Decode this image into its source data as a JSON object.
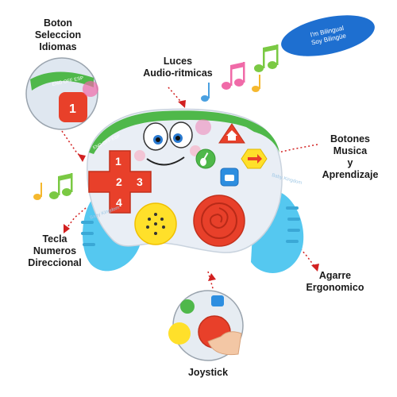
{
  "labels": {
    "boton_seleccion": "Boton\nSeleccion\nIdiomas",
    "luces": "Luces\nAudio-ritmicas",
    "botones_musica": "Botones\nMusica\ny\nAprendizaje",
    "tecla_numeros": "Tecla\nNumeros\nDireccional",
    "agarre": "Agarre\nErgonomico",
    "joystick": "Joystick"
  },
  "bubble": {
    "line1": "I'm Bilingual",
    "line2": "Soy Bilingüe"
  },
  "toy": {
    "dpad_numbers": [
      "1",
      "2",
      "3",
      "4"
    ],
    "switch_text": "ENG OFF ESP",
    "brand": "Baby Kingdom",
    "zoom_number": "1"
  },
  "colors": {
    "body": "#e9eef5",
    "grip": "#55c8f0",
    "red": "#e8402a",
    "yellow": "#ffe02a",
    "green": "#4fb84a",
    "blue_btn": "#2d8ee0",
    "note_pink": "#f06aa8",
    "note_green": "#7ac943",
    "note_yellow": "#f5b82e",
    "dotted_line": "#d22020"
  },
  "icons": [
    "music-note-icon",
    "guitar-icon",
    "trumpet-icon",
    "house-icon",
    "drum-icon"
  ]
}
